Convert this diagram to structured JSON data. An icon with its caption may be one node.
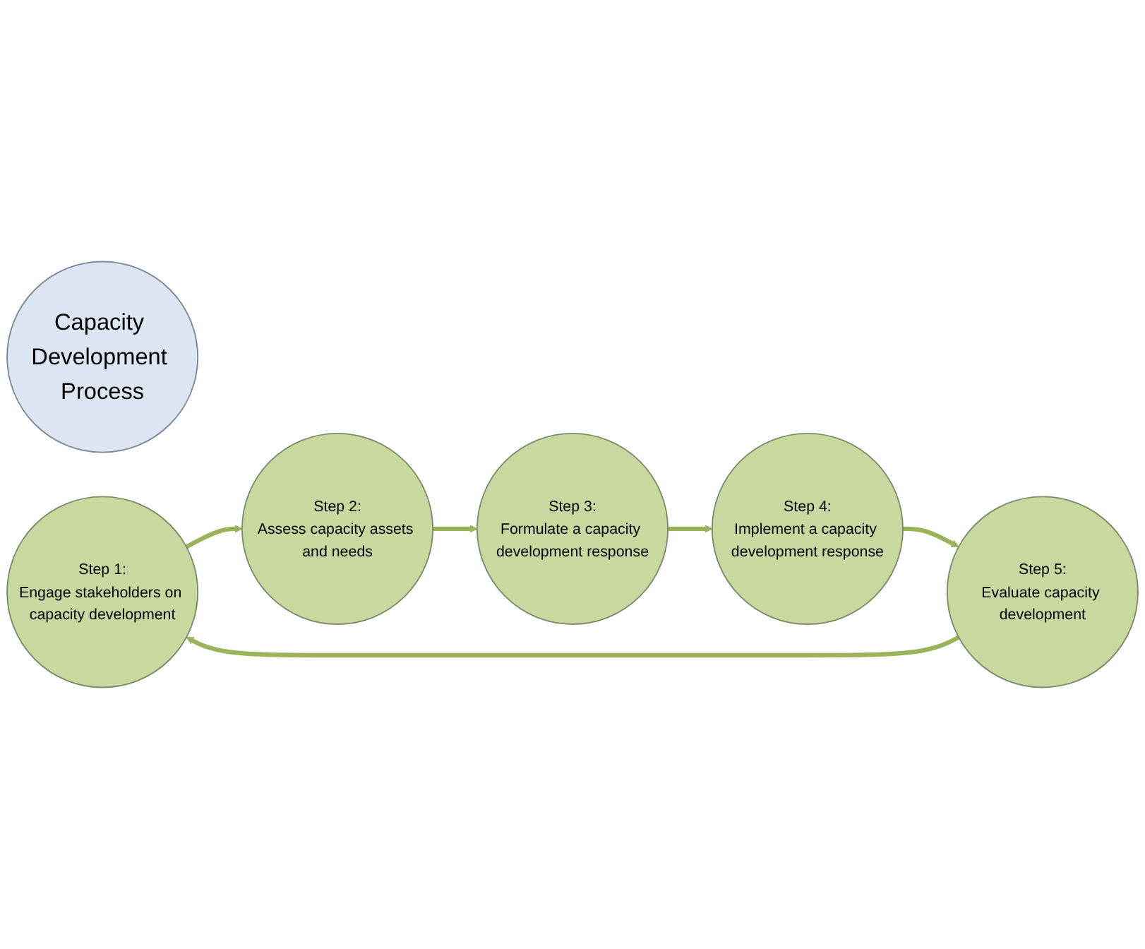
{
  "diagram": {
    "nodes": [
      {
        "text": [
          "Capacity Development Process"
        ]
      },
      {
        "text": [
          "Step 1:",
          "Engage stakeholders on capacity development"
        ]
      },
      {
        "text": [
          "Step 2:",
          "Assess capacity assets and needs"
        ]
      },
      {
        "text": [
          "Step 3:",
          "Formulate a capacity development response"
        ]
      },
      {
        "text": [
          "Step 4:",
          "Implement a capacity development response"
        ]
      },
      {
        "text": [
          "Step 5:",
          "Evaluate capacity development"
        ]
      }
    ],
    "edges": [
      {
        "from": 1,
        "to": 2,
        "arrow": "to"
      },
      {
        "from": 2,
        "to": 3,
        "arrow": "to"
      },
      {
        "from": 3,
        "to": 4,
        "arrow": "to"
      },
      {
        "from": 4,
        "to": 5,
        "arrow": "to"
      },
      {
        "from": 5,
        "to": 1,
        "arrow": "to"
      }
    ]
  }
}
